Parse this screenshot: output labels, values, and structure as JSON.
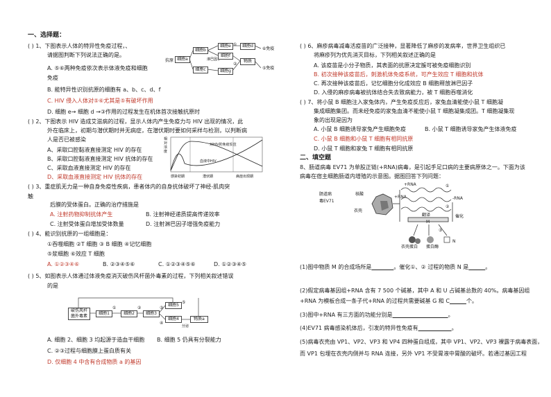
{
  "left": {
    "section1": "一、选择题：",
    "q1": {
      "stem1": "(    ) 1、下图表示人体的特异性免疫过程，、",
      "stem2": "请据图判断下列说法正确的是。",
      "a": "A. ⑤⑥两种免疫依次表示体液免疫和细胞",
      "a2": "免疫",
      "b": "B. 能特异性识别抗原的细胞有 a、b、c、d、f",
      "c": "C. HIV 侵入人体对⑤⑥尤其是⑤有破坏作用",
      "d": "D. 细胞 e→ 细胞 d →③作用的过程发生在机体首次接触抗原时",
      "diag": {
        "antigen": "抗原",
        "cell_a": "细胞a",
        "cell_b": "细胞b",
        "cell_c": "细胞c",
        "cell_d": "细胞d",
        "cell_e": "细胞e",
        "cell_f": "细胞f",
        "cell_g": "细胞g",
        "factor": "淋巴因子",
        "sub": "物质",
        "n1": "①",
        "n2": "②",
        "n3": "③",
        "n4": "④",
        "i5": "⑤免疫",
        "i6": "⑥免疫",
        "lbl_a": "(a)"
      }
    },
    "q2": {
      "stem1": "(    ) 2、下图表示 HIV 造成艾滋病的过程，显示人体内产生免疫力与 HIV 出现的情况，此",
      "stem2": "外在临床上，初期与潜伏期时并无病症，在潜伏期时要如何采样与检测，以判断病",
      "stem3": "人是否已被感染",
      "a": "A、采取口腔黏液直接测定 HIV 的存在",
      "b": "B、采取口腔黏液直接测定 HIV 抗体的存在",
      "c": "C、采取血液直接测定 HIV 的存在",
      "d": "D、采取血液直接测定 HIV 抗体的存在",
      "chart": {
        "ylabel": "相对浓度",
        "curve1": "对HIV的免疫反应",
        "curve2": "血液中HIV",
        "x1": "感染初期",
        "x2": "潜伏期",
        "x3": "病症出现期"
      }
    },
    "q3": {
      "stem1": "(    ) 3、重症肌无力是一种自身免疫性疾病，患者体内的自身抗体破坏了神经-肌肉突",
      "stem1b": "触",
      "stem2": "后膜的受体蛋白。正确的治疗措施是",
      "a": "A. 注射药物抑制抗体产生",
      "b": "B. 注射神经递质提高传递效率",
      "c": "C. 注射受体蛋白增加受体数量",
      "d": "D. 注射淋巴因子增强免疫能力"
    },
    "q4": {
      "stem": "(    ) 4、能识别抗原的一组细胞是：",
      "opts1": "①吞噬细胞    ②T 细胞    ③ B 细胞    ④记忆细胞",
      "opts2": "⑤浆细胞      ⑥效应 T 细胞",
      "a": "A. ①②③④⑥",
      "b": "B. ②③④⑤⑥",
      "c": "C. ①②③④⑤⑥",
      "d": "D. ①②③④⑤"
    },
    "q5": {
      "stem1": "(    ) 5、如图表示人体通过体液免疫消灭破伤风杆菌外毒素的过程，下列相关叙述错误",
      "stem2": "的是",
      "a": "A. 细胞 2、细胞 3 均起源于造血干细胞",
      "b": "B. 细胞 5 仍具有分裂能力",
      "c": "C. ②③过程与细胞膜上蛋白质有关",
      "d": "D. 仅细胞 4 中含有合成物质 a 的基因",
      "diag": {
        "toxin1": "破伤风杆",
        "toxin2": "菌外毒素",
        "c1": "细胞1",
        "c2": "细胞2",
        "c3": "细胞3",
        "c4": "细胞4",
        "c5": "细胞5",
        "sub": "物质a",
        "div": "分泌",
        "n1": "①",
        "n2": "②",
        "n3": "③",
        "n4": "④",
        "n5": "⑤"
      }
    }
  },
  "right": {
    "q6": {
      "stem1": "(    ) 6、麻疹病毒减毒活疫苗的广泛接种，显著降低了麻疹的发病率，世界卫生组织已",
      "stem2": "将麻疹列为优先消灭目标，下列相关叙述正确的是",
      "a": "A. 该疫苗是小分子物质，其表面的抗原决定簇可被免疫细胞识别",
      "b": "B. 初次接种该疫苗后，刺激机体免疫系统，可产生效应 T 细胞和抗体",
      "c": "C. 再次接种该疫苗后，记忆细胞分化成效应 B 细胞释放淋巴因子",
      "d": "D. 入侵的麻疹病毒被抗体结合失去致病能力，被 T 细胞吞噬消化"
    },
    "q7": {
      "stem1": "(    ) 7、将小鼠 B 细胞注入家兔体内，产生免疫反应后，家兔血清能使小鼠 T 细胞凝",
      "stem2": "集成细胞集团。而未经免疫的家兔血清不能使小鼠 T 细胞凝集成团。T 细胞凝集现",
      "stem3": "象的出现是因为",
      "a": "A. 小鼠 B 细胞诱导家兔产生细胞免疫",
      "b": "B. 小鼠 T 细胞诱导家兔产生体液免疫",
      "c": "C. 小鼠 B 细胞和小鼠 T 细胞有相同抗原",
      "d": "D. 小鼠 T 细胞和家兔 T 细胞有相同抗原"
    },
    "section2": "二、填空题",
    "q8": {
      "stem1": "8、肠道病毒 EV71 为单股正链(+RNA)病毒，是引起手足口病的主要病原体之一。下面为该",
      "stem2": "病毒在宿主细胞肠道内增殖的示意图。据图回答下列问题：",
      "diag": {
        "virus1": "肠道病",
        "virus2": "毒EV71",
        "nucleic": "核酸",
        "capsid": "衣壳",
        "rna": "+RNA",
        "rna2": "+RNA",
        "minus": "-RNA",
        "trans": "翻译",
        "m": "M",
        "n": "N",
        "cat": "催化",
        "p1": "衣壳蛋白",
        "p2": "蛋白酶",
        "c1": "①",
        "c2": "②",
        "c3": "③"
      },
      "s1": "(1)图中物质 M 的合成场所是",
      "s1b": "。催化①、②     过程的物质 N 是",
      "s1c": "。",
      "s2a": "(2)假定病毒基因组+RNA 含有 7 500 个碱基，其中 A 和 U 占碱基总数的 40%。病毒基因组",
      "s2b": "+RNA 为模板合成一条子代+RNA 的过程共需要碱基 G 和 C",
      "s2c": "个。",
      "s3": "(3)图中+RNA 有三方面的功能分别是",
      "s3b": "。",
      "s4": "(4)EV71 病毒感染机体后，引发的特异性免疫有",
      "s4b": "。",
      "s5a": "(5)病毒衣壳由 VP1、VP2、VP3 和 VP4 四种蛋白组成，其中 VP1、VP2、VP3 裸露于病毒表面，",
      "s5b": "而 VP1 包埋在衣壳内侧并与 RNA 连接，另外 VP1 不受胃液中胃酸的破坏。若通过基因工程"
    }
  }
}
